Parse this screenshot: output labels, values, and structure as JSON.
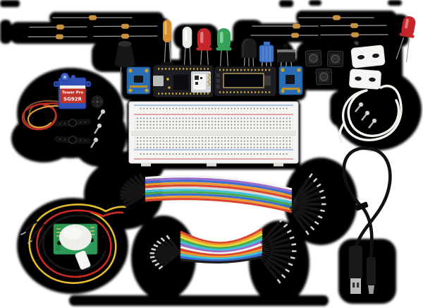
{
  "meta": {
    "description": "Product photo of an electronics / IoT starter kit laid out on a white background with hard black shadows",
    "background_color": "#ffffff",
    "shadow_color": "#000000"
  },
  "servo": {
    "brand_label": "Tower Pro",
    "model_label": "SG92R",
    "body_color": "#3050b8",
    "sticker_red": "#c23127"
  },
  "colors": {
    "led_amber": "#d98e2f",
    "led_clear": "#e8ebe6",
    "led_red": "#c4252b",
    "led_green": "#35a257",
    "pcb_blue": "#2a6db5",
    "pcb_black": "#1d1d22",
    "pir_green": "#2e9a57",
    "breadboard": "#f5f4f2",
    "rail_blue": "#8fb3d9",
    "rail_red": "#d98c8c",
    "resistor_body": "#c8913f",
    "wire_red": "#cf2b24",
    "wire_yellow": "#e3bd2c",
    "wire_black": "#161616",
    "servo_wire_brown": "#7a4b2d",
    "servo_wire_orange": "#e09b3d",
    "white_plastic": "#f5f5f3",
    "metal": "#b9babc",
    "gold": "#c9a227",
    "usb_black": "#111111",
    "oled_panel": "#05070c",
    "wifi_module": "#cfd2d4",
    "dome_white": "#ecefea"
  },
  "ribbon_colors": [
    "#d6d6d6",
    "#9a6bc9",
    "#3a6fd0",
    "#3fc1d8",
    "#4aa94a",
    "#e5d93f",
    "#ef9a2f",
    "#d8452f",
    "#8a5a3a",
    "#f3f3f1",
    "#6b4fa0",
    "#1d1d1d"
  ],
  "parts": [
    "resistors",
    "amber LED",
    "clear LED",
    "red LED",
    "green LED",
    "red LED (top right)",
    "piezo buzzer",
    "temperature sensor",
    "trim potentiometer",
    "slide switch",
    "tactile buttons",
    "magnetic door switch",
    "reed switch white wire coil",
    "mounting screws",
    "blue sensor breakout (left)",
    "Feather microcontroller board",
    "OLED FeatherWing",
    "blue sensor breakout (right)",
    "full-size breadboard",
    "micro servo Tower Pro SG92R",
    "servo horns",
    "servo screws",
    "servo wire coil",
    "PIR motion sensor",
    "PIR wire coil (red/yellow/black)",
    "jumper wire bundle (upper)",
    "jumper wire bundle (lower)",
    "USB A to micro-B cable"
  ]
}
